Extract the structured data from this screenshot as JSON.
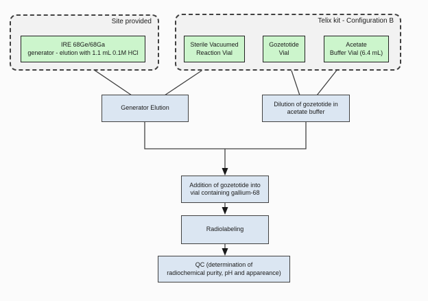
{
  "colors": {
    "kit_item_fill": "#ccf5cc",
    "process_fill": "#dbe6f2",
    "container_fill": "#f2f2f2",
    "border_dark": "#404040",
    "connector": "#404040"
  },
  "containers": {
    "site_provided": {
      "label": "Site provided"
    },
    "telix_kit": {
      "label": "Telix kit - Configuration B"
    }
  },
  "nodes": {
    "ire_generator": {
      "lines": [
        "IRE 68Ge/68Ga",
        "generator - elution with 1.1 mL 0.1M HCl"
      ]
    },
    "sterile_vial": {
      "lines": [
        "Sterile Vacuumed",
        "Reaction Vial"
      ]
    },
    "gozetotide_vial": {
      "lines": [
        "Gozetotide",
        "Vial"
      ]
    },
    "acetate_vial": {
      "lines": [
        "Acetate",
        "Buffer Vial (6.4 mL)"
      ]
    },
    "generator_elution": {
      "lines": [
        "Generator Elution"
      ]
    },
    "dilution": {
      "lines": [
        "Dilution of gozetotide in",
        "acetate buffer"
      ]
    },
    "addition": {
      "lines": [
        "Addition of gozetotide into",
        "vial containing gallium-68"
      ]
    },
    "radiolabeling": {
      "lines": [
        "Radiolabeling"
      ]
    },
    "qc": {
      "lines": [
        "QC (determination of",
        "radiochemical purity, pH and appareance)"
      ]
    }
  },
  "edges": [
    {
      "from": "ire_generator",
      "to": "generator_elution"
    },
    {
      "from": "sterile_vial",
      "to": "generator_elution"
    },
    {
      "from": "gozetotide_vial",
      "to": "dilution"
    },
    {
      "from": "acetate_vial",
      "to": "dilution"
    },
    {
      "from": "generator_elution",
      "to": "addition"
    },
    {
      "from": "dilution",
      "to": "addition"
    },
    {
      "from": "addition",
      "to": "radiolabeling"
    },
    {
      "from": "radiolabeling",
      "to": "qc"
    }
  ]
}
